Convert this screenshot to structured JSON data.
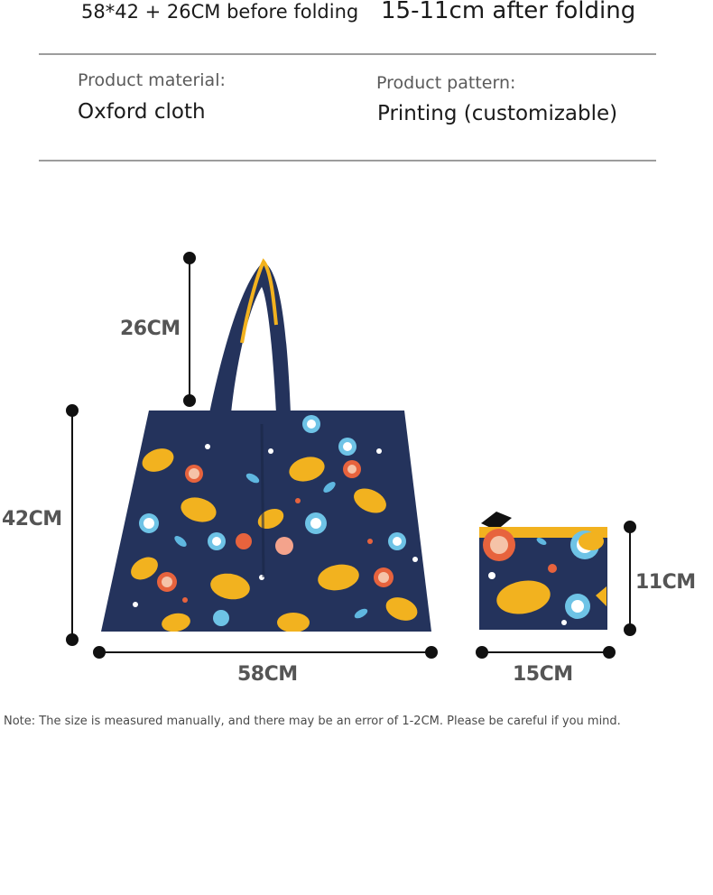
{
  "header": {
    "size_before": "58*42 + 26CM before folding",
    "size_after": "15-11cm after folding"
  },
  "specs": {
    "material_label": "Product material:",
    "material_value": "Oxford cloth",
    "pattern_label": "Product pattern:",
    "pattern_value": "Printing (customizable)"
  },
  "dimensions": {
    "handle": "26CM",
    "height": "42CM",
    "width": "58CM",
    "folded_height": "11CM",
    "folded_width": "15CM"
  },
  "note": "Note: The size is measured manually, and there may be an error of 1-2CM. Please be careful if you mind.",
  "colors": {
    "bag_base": "#24335c",
    "lemon": "#f2b21f",
    "orange_slice": "#e7633d",
    "blue_slice": "#6ec3e6",
    "divider": "#9c9c9c"
  }
}
